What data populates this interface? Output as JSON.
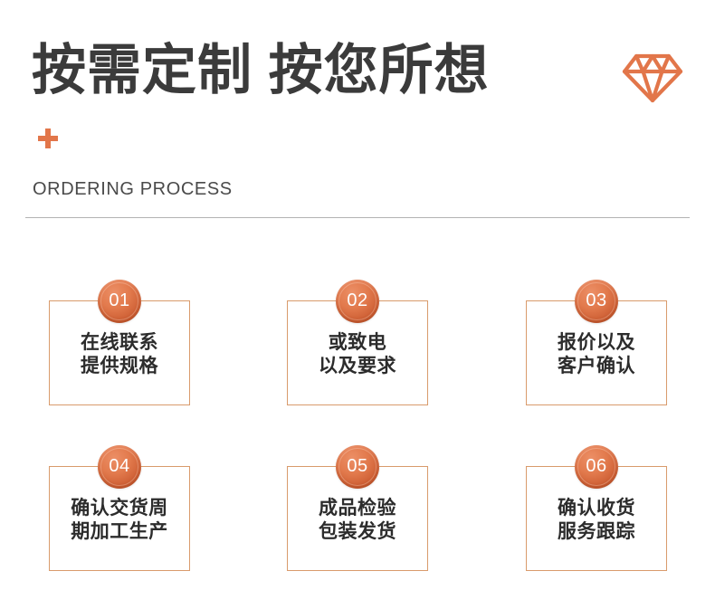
{
  "header": {
    "title": "按需定制 按您所想",
    "subtitle": "ORDERING PROCESS",
    "plus_icon": "plus-icon",
    "gem_icon": "diamond-icon",
    "accent_color": "#e2764a",
    "title_color": "#3b3b3b",
    "divider_color": "#b3b3b3"
  },
  "process": {
    "card_border_color": "#d99b6c",
    "badge_color": "#e27a4d",
    "badge_color_dark": "#bd5128",
    "steps": [
      {
        "number": "01",
        "line1": "在线联系",
        "line2": "提供规格"
      },
      {
        "number": "02",
        "line1": "或致电",
        "line2": "以及要求"
      },
      {
        "number": "03",
        "line1": "报价以及",
        "line2": "客户确认"
      },
      {
        "number": "04",
        "line1": "确认交货周",
        "line2": "期加工生产"
      },
      {
        "number": "05",
        "line1": "成品检验",
        "line2": "包装发货"
      },
      {
        "number": "06",
        "line1": "确认收货",
        "line2": "服务跟踪"
      }
    ]
  }
}
